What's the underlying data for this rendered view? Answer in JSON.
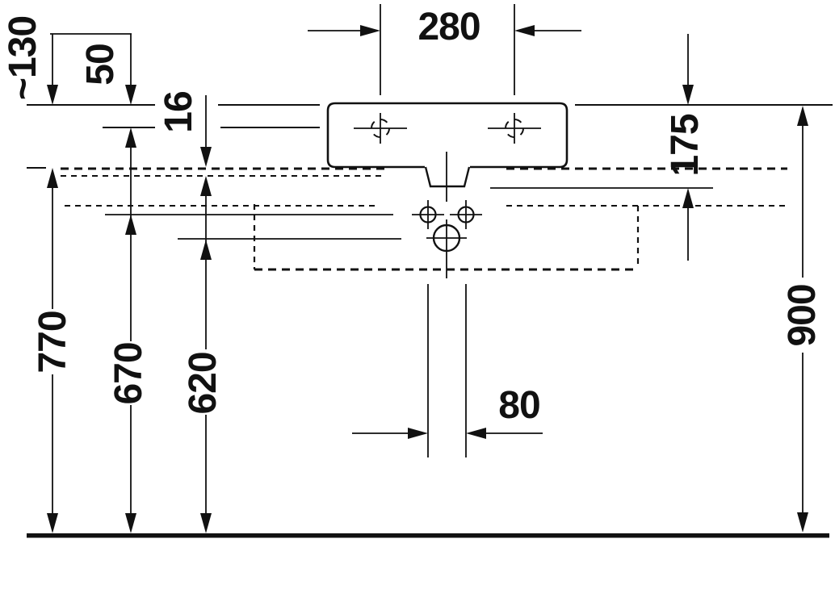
{
  "drawing": {
    "ink": "#111111",
    "labels": {
      "approx_130": "~130",
      "d50": "50",
      "d16": "16",
      "d280": "280",
      "d175": "175",
      "d900": "900",
      "d770": "770",
      "d670": "670",
      "d620": "620",
      "d80": "80"
    }
  }
}
